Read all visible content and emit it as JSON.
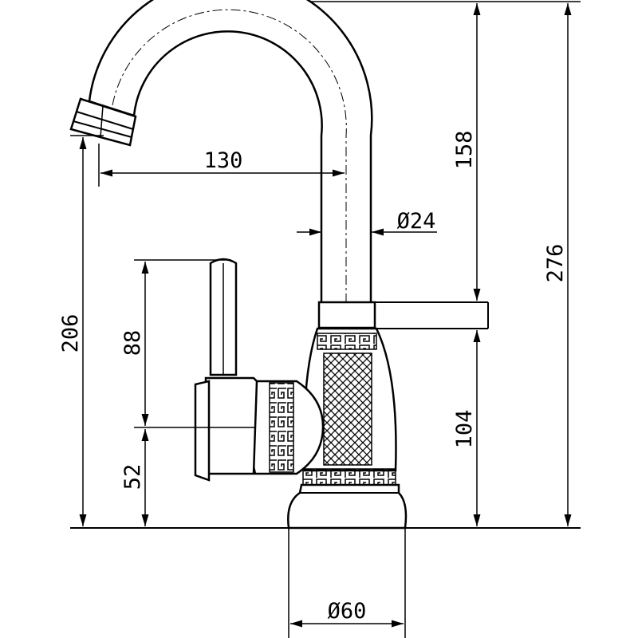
{
  "dimensions": {
    "spout_reach": "130",
    "spout_height": "158",
    "total_height": "276",
    "outlet_height": "206",
    "spout_diameter": "Ø24",
    "handle_height": "88",
    "handle_axis_height": "52",
    "body_height": "104",
    "base_diameter": "Ø60"
  },
  "colors": {
    "ink": "#000000",
    "paper": "#ffffff"
  }
}
